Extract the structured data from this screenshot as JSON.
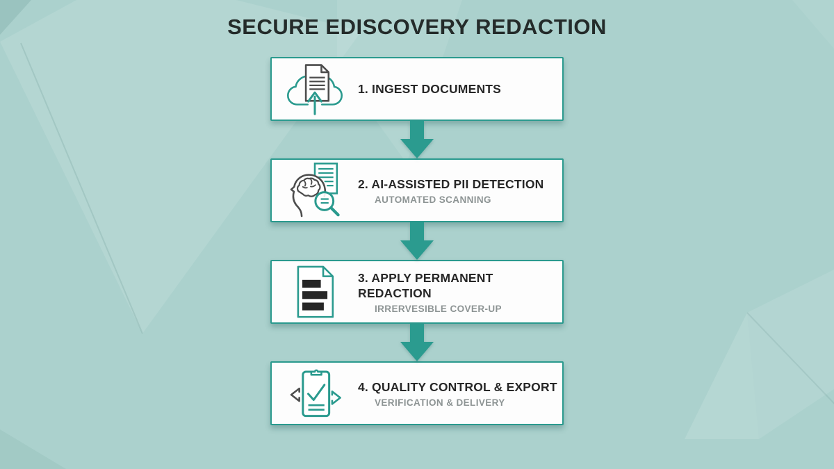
{
  "page": {
    "title": "SECURE EDISCOVERY REDACTION"
  },
  "colors": {
    "background": "#abd1cd",
    "accent_teal": "#2a9a8e",
    "arrow_teal": "#2b9b8f",
    "card_background": "#fdfdfd",
    "title_text": "#242b2a",
    "step_title_text": "#272727",
    "step_subtitle_text": "#8d9494",
    "icon_gray": "#4d4d4d",
    "redaction_bar": "#262626"
  },
  "steps": [
    {
      "title": "1. INGEST DOCUMENTS",
      "subtitle": "",
      "icon": "document-upload-cloud-icon"
    },
    {
      "title": "2. AI-ASSISTED PII DETECTION",
      "subtitle": "AUTOMATED SCANNING",
      "icon": "ai-head-magnifier-icon"
    },
    {
      "title": "3. APPLY PERMANENT REDACTION",
      "subtitle": "IRRERVESIBLE COVER-UP",
      "icon": "redacted-document-icon"
    },
    {
      "title": "4. QUALITY CONTROL & EXPORT",
      "subtitle": "VERIFICATION & DELIVERY",
      "icon": "clipboard-check-export-icon"
    }
  ]
}
